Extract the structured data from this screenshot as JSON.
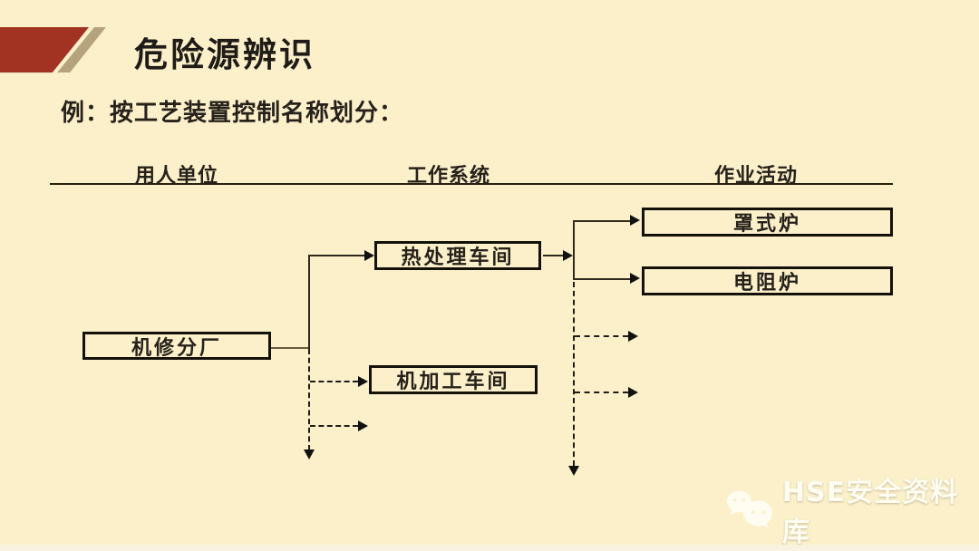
{
  "slide": {
    "title": "危险源辨识",
    "subtitle": "例：按工艺装置控制名称划分："
  },
  "columns": {
    "header_1": "用人单位",
    "header_2": "工作系统",
    "header_3": "作业活动"
  },
  "diagram": {
    "nodes": {
      "employer": "机修分厂",
      "system_1": "热处理车间",
      "system_2": "机加工车间",
      "activity_1": "罩式炉",
      "activity_2": "电阻炉"
    },
    "edges": [
      {
        "from": "机修分厂",
        "to": "热处理车间",
        "style": "solid"
      },
      {
        "from": "热处理车间",
        "to": "罩式炉",
        "style": "solid"
      },
      {
        "from": "热处理车间",
        "to": "电阻炉",
        "style": "solid"
      },
      {
        "from": "机修分厂",
        "to": "机加工车间",
        "style": "dashed"
      },
      {
        "from": "机修分厂",
        "to": "unlabeled",
        "style": "dashed"
      },
      {
        "from": "机修分厂",
        "to": "unlabeled-down",
        "style": "dashed"
      },
      {
        "from": "热处理车间",
        "to": "unlabeled",
        "style": "dashed"
      },
      {
        "from": "热处理车间",
        "to": "unlabeled",
        "style": "dashed"
      },
      {
        "from": "热处理车间",
        "to": "unlabeled-down",
        "style": "dashed"
      }
    ]
  },
  "watermark": {
    "text": "HSE安全资料库",
    "icon": "wechat-icon"
  },
  "colors": {
    "background": "#FBF0CA",
    "accent_red": "#A23323",
    "accent_tan": "#B4A37D",
    "line": "#30291D",
    "text": "#26211B",
    "watermark_text": "#FFFDF1"
  }
}
